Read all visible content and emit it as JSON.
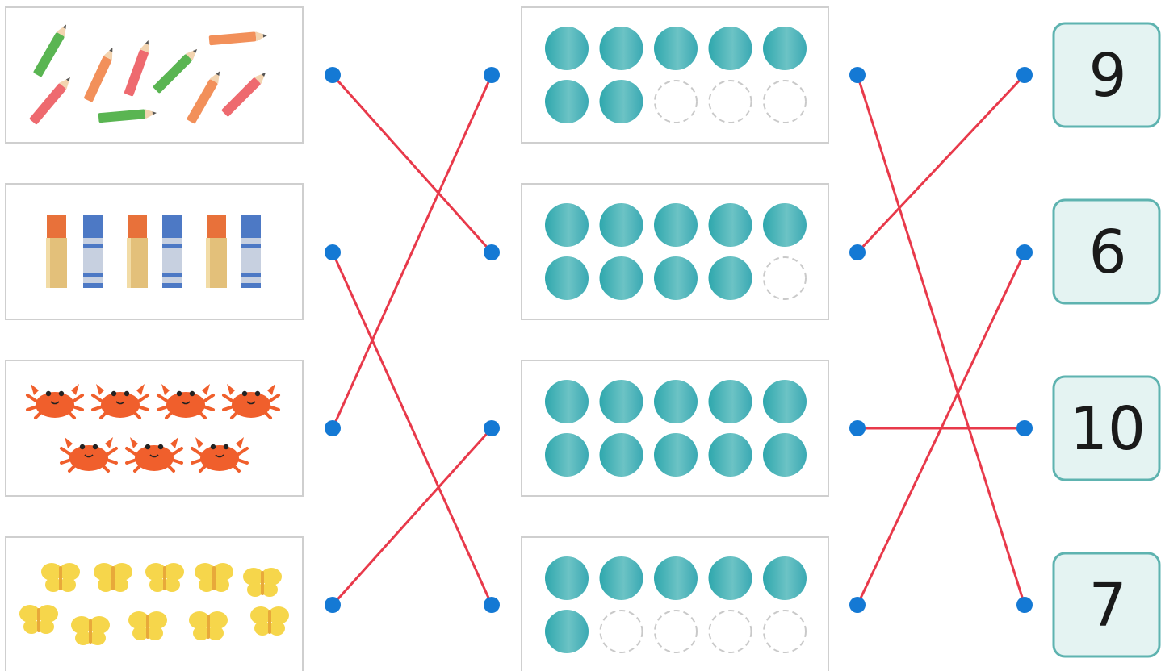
{
  "colors": {
    "line": "#e8394a",
    "dot": "#1479d4",
    "box_border": "#cfcfcf",
    "counter_fill": "#3fb0b8",
    "counter_empty": "#c9c9c9",
    "number_fill": "#e4f3f2",
    "number_border": "#5eb3b0",
    "pencil_colors": [
      "#5ab552",
      "#f2905a",
      "#ee6a6f"
    ],
    "glue_orange": "#e8713a",
    "glue_tan": "#e3c07a",
    "glue_blue": "#4d79c5",
    "crab": "#f05f2c",
    "butterfly": "#f6d64b"
  },
  "picture_groups": [
    {
      "icon": "pencil-icon",
      "count": 9
    },
    {
      "icon": "glue-stick-icon",
      "count": 6
    },
    {
      "icon": "crab-icon",
      "count": 7
    },
    {
      "icon": "butterfly-icon",
      "count": 10
    }
  ],
  "ten_frames": [
    {
      "filled": 7
    },
    {
      "filled": 9
    },
    {
      "filled": 10
    },
    {
      "filled": 6
    }
  ],
  "numbers": [
    "9",
    "6",
    "10",
    "7"
  ],
  "connections": {
    "pictures_to_frames": [
      [
        0,
        1
      ],
      [
        1,
        3
      ],
      [
        2,
        0
      ],
      [
        3,
        2
      ]
    ],
    "frames_to_numbers": [
      [
        0,
        3
      ],
      [
        1,
        0
      ],
      [
        2,
        2
      ],
      [
        3,
        1
      ]
    ]
  }
}
